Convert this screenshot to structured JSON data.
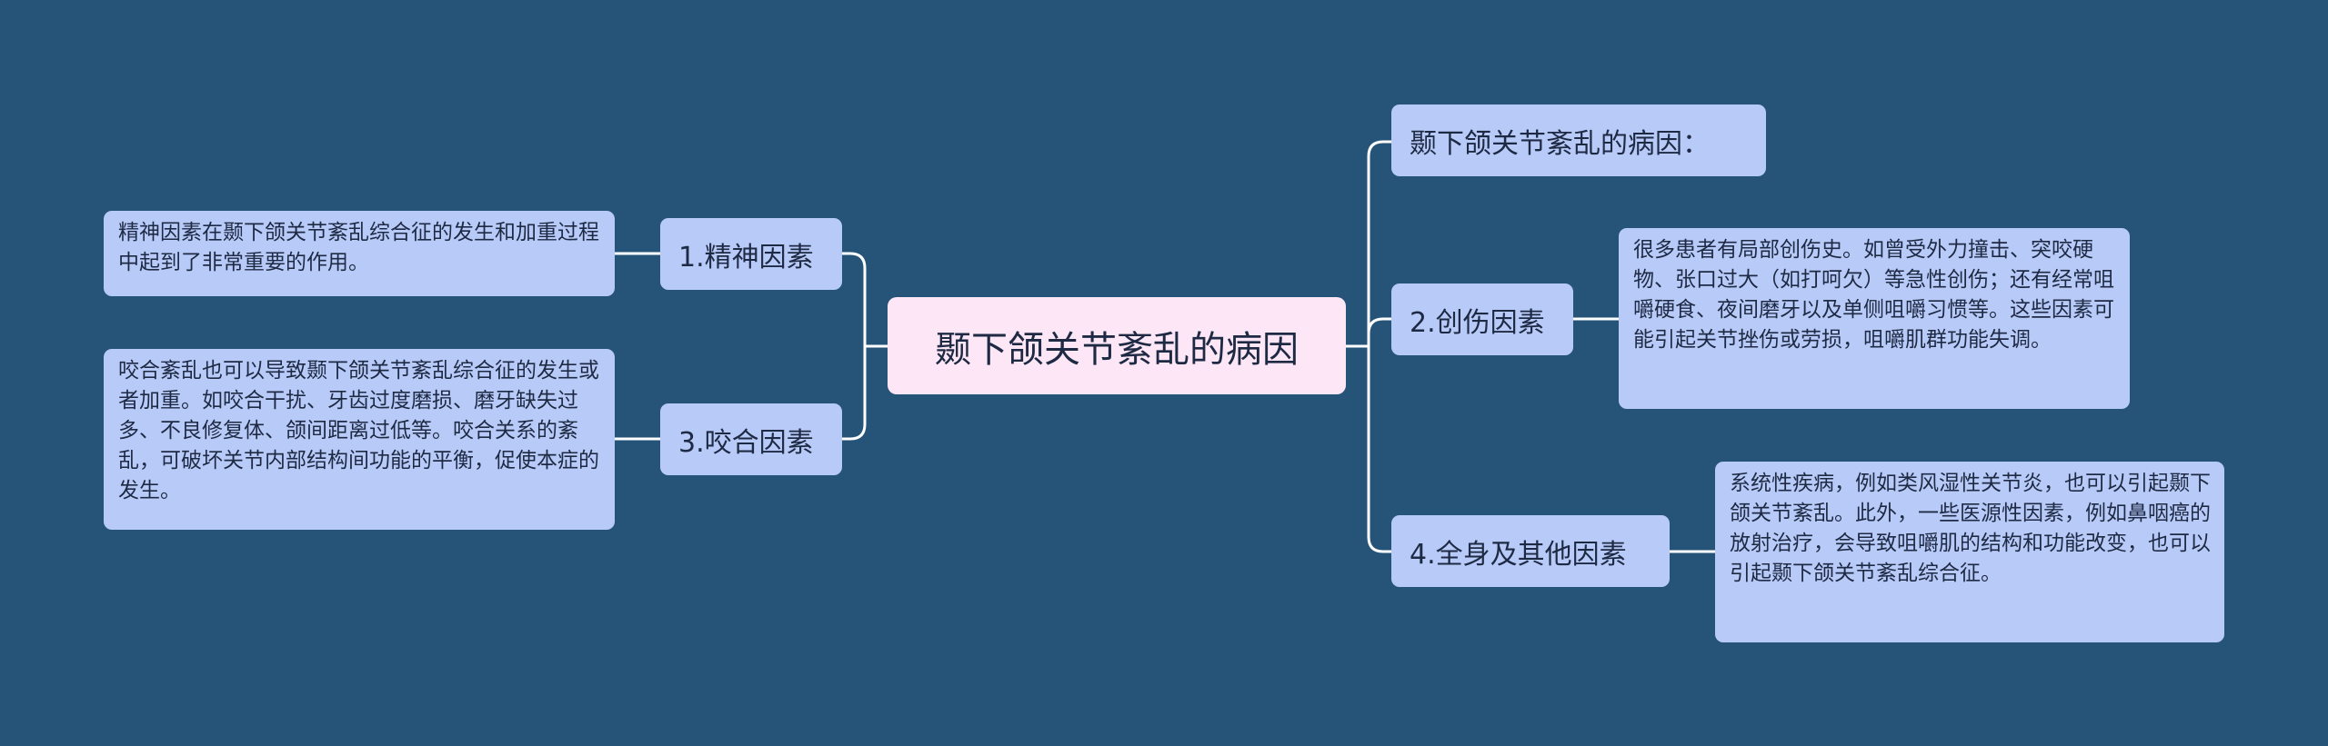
{
  "title": "颞下颌关节紊乱的病因",
  "branches": {
    "cause_header": {
      "label": "颞下颌关节紊乱的病因："
    },
    "mental": {
      "label": "1.精神因素",
      "detail": "精神因素在颞下颌关节紊乱综合征的发生和加重过程中起到了非常重要的作用。"
    },
    "trauma": {
      "label": "2.创伤因素",
      "detail": "很多患者有局部创伤史。如曾受外力撞击、突咬硬物、张口过大（如打呵欠）等急性创伤；还有经常咀嚼硬食、夜间磨牙以及单侧咀嚼习惯等。这些因素可能引起关节挫伤或劳损，咀嚼肌群功能失调。"
    },
    "occlusion": {
      "label": "3.咬合因素",
      "detail": "咬合紊乱也可以导致颞下颌关节紊乱综合征的发生或者加重。如咬合干扰、牙齿过度磨损、磨牙缺失过多、不良修复体、颌间距离过低等。咬合关系的紊乱，可破坏关节内部结构间功能的平衡，促使本症的发生。"
    },
    "systemic": {
      "label": "4.全身及其他因素",
      "detail": "系统性疾病，例如类风湿性关节炎，也可以引起颞下颌关节紊乱。此外，一些医源性因素，例如鼻咽癌的放射治疗，会导致咀嚼肌的结构和功能改变，也可以引起颞下颌关节紊乱综合征。"
    }
  },
  "colors": {
    "background": "#255478",
    "root_fill": "#fde7f6",
    "node_fill": "#b8cbf8",
    "connector": "#ffffff"
  }
}
